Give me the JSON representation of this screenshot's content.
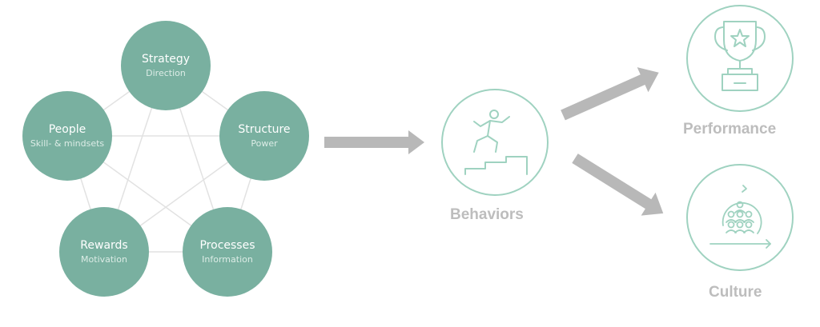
{
  "model": {
    "nodes": [
      {
        "id": "strategy",
        "title": "Strategy",
        "subtitle": "Direction"
      },
      {
        "id": "structure",
        "title": "Structure",
        "subtitle": "Power"
      },
      {
        "id": "processes",
        "title": "Processes",
        "subtitle": "Information"
      },
      {
        "id": "rewards",
        "title": "Rewards",
        "subtitle": "Motivation"
      },
      {
        "id": "people",
        "title": "People",
        "subtitle": "Skill- & mindsets"
      }
    ]
  },
  "center": {
    "label": "Behaviors",
    "icon": "person-climbing-stairs-icon"
  },
  "outcomes": [
    {
      "label": "Performance",
      "icon": "trophy-icon"
    },
    {
      "label": "Culture",
      "icon": "team-cycle-icon"
    }
  ],
  "colors": {
    "node_fill": "#79b0a0",
    "node_text": "#ffffff",
    "node_subtext": "#dcece6",
    "icon_stroke": "#9fd2c0",
    "arrow": "#b8b8b8",
    "label": "#bdbdbd",
    "web_line": "#e2e2e2"
  }
}
